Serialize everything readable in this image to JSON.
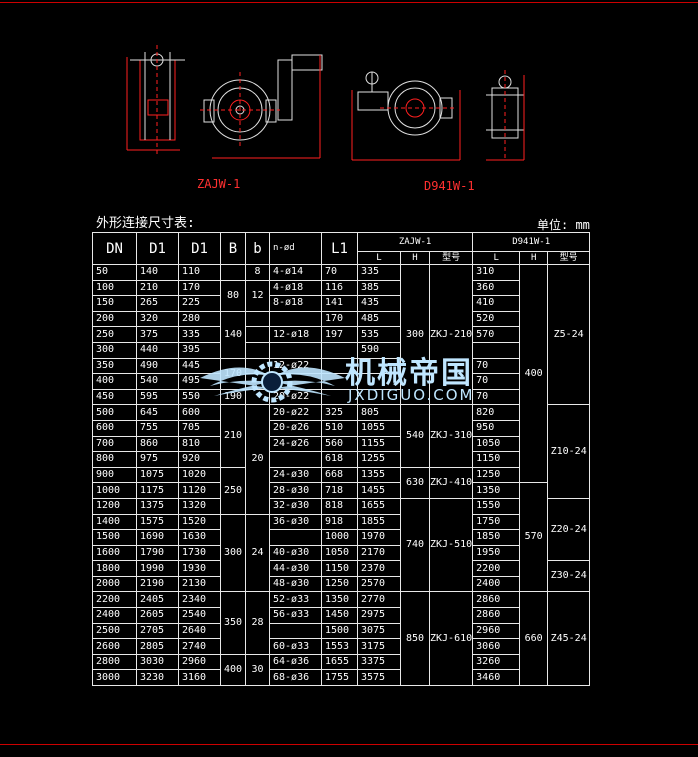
{
  "captions": {
    "left": "ZAJW-1",
    "right": "D941W-1"
  },
  "table": {
    "title": "外形连接尺寸表:",
    "unit": "单位: mm",
    "headers": {
      "dn": "DN",
      "d1a": "D1",
      "d1b": "D1",
      "b_upper": "B",
      "b_lower": "b",
      "nd": "n-ød",
      "l1": "L1",
      "zajw": "ZAJW-1",
      "d941": "D941W-1",
      "l": "L",
      "h": "H",
      "model": "型号"
    },
    "rows": [
      {
        "dn": "50",
        "d1a": "140",
        "d1b": "110",
        "nd": "4-ø14",
        "l1": "70",
        "zl": "335",
        "dl": "310"
      },
      {
        "dn": "100",
        "d1a": "210",
        "d1b": "170",
        "nd": "4-ø18",
        "l1": "116",
        "zl": "385",
        "dl": "360"
      },
      {
        "dn": "150",
        "d1a": "265",
        "d1b": "225",
        "nd": "8-ø18",
        "l1": "141",
        "zl": "435",
        "dl": "410"
      },
      {
        "dn": "200",
        "d1a": "320",
        "d1b": "280",
        "nd": "",
        "l1": "170",
        "zl": "485",
        "dl": "520"
      },
      {
        "dn": "250",
        "d1a": "375",
        "d1b": "335",
        "nd": "12-ø18",
        "l1": "197",
        "zl": "535",
        "dl": "570"
      },
      {
        "dn": "300",
        "d1a": "440",
        "d1b": "395",
        "nd": "",
        "l1": "",
        "zl": "590",
        "dl": ""
      },
      {
        "dn": "350",
        "d1a": "490",
        "d1b": "445",
        "nd": "12-ø22",
        "l1": "",
        "zl": "",
        "dl": "70"
      },
      {
        "dn": "400",
        "d1a": "540",
        "d1b": "495",
        "nd": "",
        "l1": "",
        "zl": "",
        "dl": "70"
      },
      {
        "dn": "450",
        "d1a": "595",
        "d1b": "550",
        "nd": "20-ø22",
        "l1": "",
        "zl": "",
        "dl": "70"
      },
      {
        "dn": "500",
        "d1a": "645",
        "d1b": "600",
        "nd": "20-ø22",
        "l1": "325",
        "zl": "805",
        "dl": "820"
      },
      {
        "dn": "600",
        "d1a": "755",
        "d1b": "705",
        "nd": "20-ø26",
        "l1": "510",
        "zl": "1055",
        "dl": "950"
      },
      {
        "dn": "700",
        "d1a": "860",
        "d1b": "810",
        "nd": "24-ø26",
        "l1": "560",
        "zl": "1155",
        "dl": "1050"
      },
      {
        "dn": "800",
        "d1a": "975",
        "d1b": "920",
        "nd": "",
        "l1": "618",
        "zl": "1255",
        "dl": "1150"
      },
      {
        "dn": "900",
        "d1a": "1075",
        "d1b": "1020",
        "nd": "24-ø30",
        "l1": "668",
        "zl": "1355",
        "dl": "1250"
      },
      {
        "dn": "1000",
        "d1a": "1175",
        "d1b": "1120",
        "nd": "28-ø30",
        "l1": "718",
        "zl": "1455",
        "dl": "1350"
      },
      {
        "dn": "1200",
        "d1a": "1375",
        "d1b": "1320",
        "nd": "32-ø30",
        "l1": "818",
        "zl": "1655",
        "dl": "1550"
      },
      {
        "dn": "1400",
        "d1a": "1575",
        "d1b": "1520",
        "nd": "36-ø30",
        "l1": "918",
        "zl": "1855",
        "dl": "1750"
      },
      {
        "dn": "1500",
        "d1a": "1690",
        "d1b": "1630",
        "nd": "",
        "l1": "1000",
        "zl": "1970",
        "dl": "1850"
      },
      {
        "dn": "1600",
        "d1a": "1790",
        "d1b": "1730",
        "nd": "40-ø30",
        "l1": "1050",
        "zl": "2170",
        "dl": "1950"
      },
      {
        "dn": "1800",
        "d1a": "1990",
        "d1b": "1930",
        "nd": "44-ø30",
        "l1": "1150",
        "zl": "2370",
        "dl": "2200"
      },
      {
        "dn": "2000",
        "d1a": "2190",
        "d1b": "2130",
        "nd": "48-ø30",
        "l1": "1250",
        "zl": "2570",
        "dl": "2400"
      },
      {
        "dn": "2200",
        "d1a": "2405",
        "d1b": "2340",
        "nd": "52-ø33",
        "l1": "1350",
        "zl": "2770",
        "dl": "2860"
      },
      {
        "dn": "2400",
        "d1a": "2605",
        "d1b": "2540",
        "nd": "56-ø33",
        "l1": "1450",
        "zl": "2975",
        "dl": "2860"
      },
      {
        "dn": "2500",
        "d1a": "2705",
        "d1b": "2640",
        "nd": "",
        "l1": "1500",
        "zl": "3075",
        "dl": "2960"
      },
      {
        "dn": "2600",
        "d1a": "2805",
        "d1b": "2740",
        "nd": "60-ø33",
        "l1": "1553",
        "zl": "3175",
        "dl": "3060"
      },
      {
        "dn": "2800",
        "d1a": "3030",
        "d1b": "2960",
        "nd": "64-ø36",
        "l1": "1655",
        "zl": "3375",
        "dl": "3260"
      },
      {
        "dn": "3000",
        "d1a": "3230",
        "d1b": "3160",
        "nd": "68-ø36",
        "l1": "1755",
        "zl": "3575",
        "dl": "3460"
      }
    ],
    "merged": {
      "B": [
        {
          "text": "80",
          "start": 1,
          "span": 2
        },
        {
          "text": "140",
          "start": 3,
          "span": 3
        },
        {
          "text": "170",
          "start": 6,
          "span": 2
        },
        {
          "text": "190",
          "start": 8,
          "span": 1
        },
        {
          "text": "210",
          "start": 9,
          "span": 4
        },
        {
          "text": "250",
          "start": 13,
          "span": 3
        },
        {
          "text": "300",
          "start": 16,
          "span": 5
        },
        {
          "text": "350",
          "start": 21,
          "span": 4
        },
        {
          "text": "400",
          "start": 25,
          "span": 2
        }
      ],
      "b": [
        {
          "text": "8",
          "start": 0,
          "span": 1
        },
        {
          "text": "12",
          "start": 1,
          "span": 2
        },
        {
          "text": "20",
          "start": 9,
          "span": 7
        },
        {
          "text": "24",
          "start": 16,
          "span": 5
        },
        {
          "text": "28",
          "start": 21,
          "span": 4
        },
        {
          "text": "30",
          "start": 25,
          "span": 2
        }
      ],
      "zh": [
        {
          "text": "300",
          "start": 0,
          "span": 9
        },
        {
          "text": "540",
          "start": 9,
          "span": 4
        },
        {
          "text": "630",
          "start": 13,
          "span": 2
        },
        {
          "text": "740",
          "start": 15,
          "span": 6
        },
        {
          "text": "850",
          "start": 21,
          "span": 6
        }
      ],
      "zm": [
        {
          "text": "ZKJ-210",
          "start": 0,
          "span": 9
        },
        {
          "text": "ZKJ-310",
          "start": 9,
          "span": 4
        },
        {
          "text": "ZKJ-410",
          "start": 13,
          "span": 2
        },
        {
          "text": "ZKJ-510",
          "start": 15,
          "span": 6
        },
        {
          "text": "ZKJ-610",
          "start": 21,
          "span": 6
        }
      ],
      "dh": [
        {
          "text": "400",
          "start": 0,
          "span": 14
        },
        {
          "text": "570",
          "start": 14,
          "span": 7
        },
        {
          "text": "660",
          "start": 21,
          "span": 6
        }
      ],
      "dm": [
        {
          "text": "Z5-24",
          "start": 0,
          "span": 9
        },
        {
          "text": "Z10-24",
          "start": 9,
          "span": 6
        },
        {
          "text": "Z20-24",
          "start": 15,
          "span": 4
        },
        {
          "text": "Z30-24",
          "start": 19,
          "span": 2
        },
        {
          "text": "Z45-24",
          "start": 21,
          "span": 6
        }
      ]
    }
  },
  "watermark": {
    "cn": "机械帝国",
    "en": "JXDIGUO.COM"
  },
  "colors": {
    "background": "#000000",
    "drawing_red": "#ff2020",
    "drawing_white": "#e0e0e0",
    "watermark": "#bfe6ff"
  }
}
